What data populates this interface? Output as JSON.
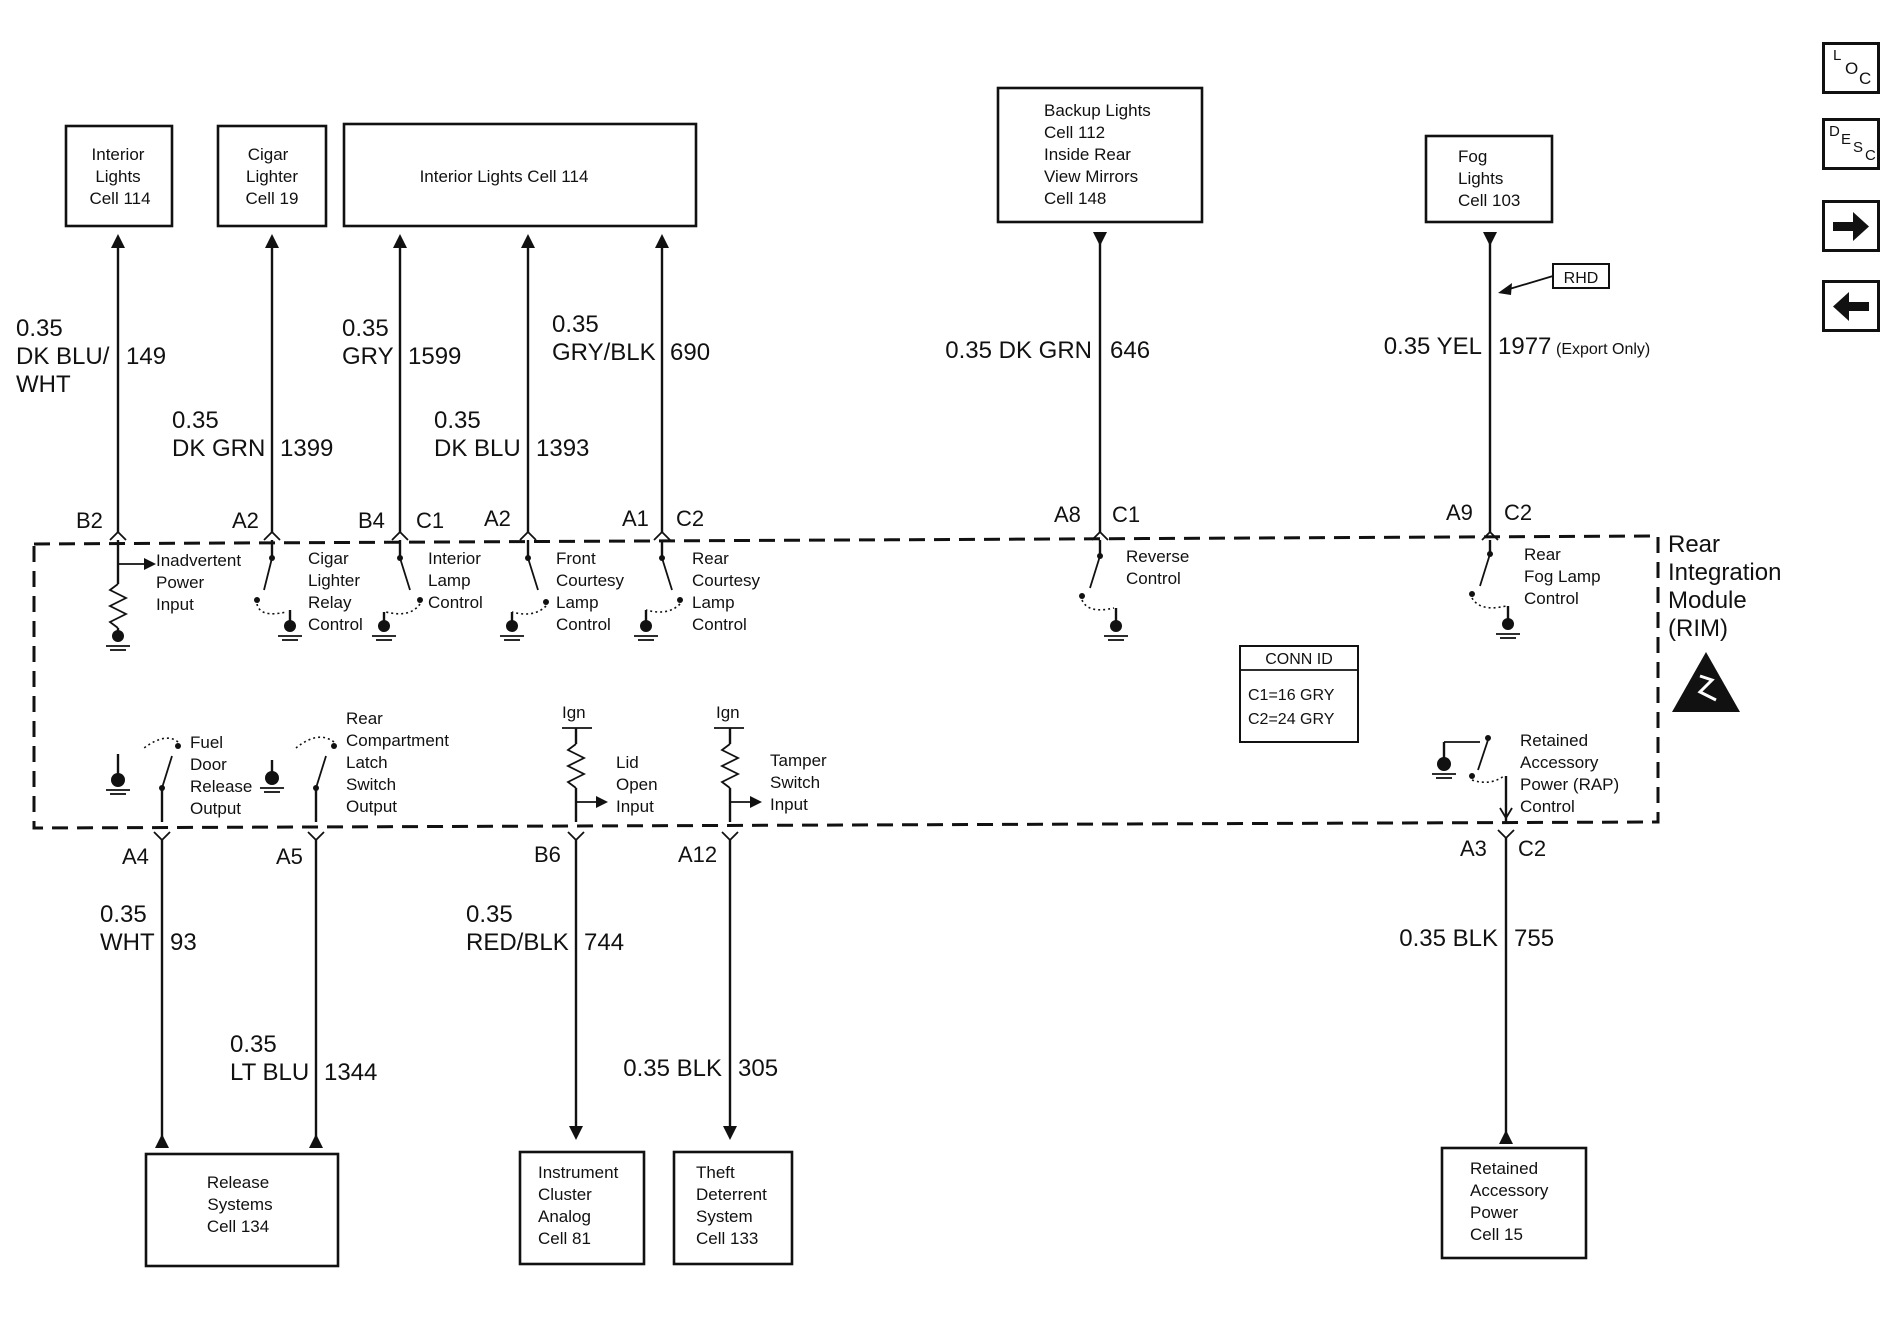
{
  "nav": {
    "loc": [
      "L",
      "O",
      "C"
    ],
    "desc": [
      "D",
      "E",
      "S",
      "C"
    ]
  },
  "boxes": {
    "interior_lights_1": [
      "Interior",
      "Lights",
      "Cell 114"
    ],
    "cigar_lighter": [
      "Cigar",
      "Lighter",
      "Cell 19"
    ],
    "interior_lights_wide": "Interior Lights Cell 114",
    "backup_lights": [
      "Backup Lights",
      "Cell 112",
      "Inside Rear",
      "View Mirrors",
      "Cell 148"
    ],
    "fog_lights": [
      "Fog",
      "Lights",
      "Cell 103"
    ],
    "rhd": "RHD",
    "release_systems": [
      "Release",
      "Systems",
      "Cell 134"
    ],
    "instrument_cluster": [
      "Instrument",
      "Cluster",
      "Analog",
      "Cell 81"
    ],
    "theft_deterrent": [
      "Theft",
      "Deterrent",
      "System",
      "Cell 133"
    ],
    "retained_accessory_power": [
      "Retained",
      "Accessory",
      "Power",
      "Cell 15"
    ]
  },
  "wires": {
    "w149": {
      "size": "0.35",
      "color": [
        "DK BLU/",
        "WHT"
      ],
      "circuit": "149"
    },
    "w1399": {
      "size": "0.35",
      "color": "DK GRN",
      "circuit": "1399"
    },
    "w1599": {
      "size": "0.35",
      "color": "GRY",
      "circuit": "1599"
    },
    "w1393": {
      "size": "0.35",
      "color": "DK BLU",
      "circuit": "1393"
    },
    "w690": {
      "size": "0.35",
      "color": "GRY/BLK",
      "circuit": "690"
    },
    "w646": {
      "label": "0.35 DK GRN",
      "circuit": "646"
    },
    "w1977": {
      "label": "0.35 YEL",
      "circuit": "1977",
      "note": "(Export Only)"
    },
    "w93": {
      "size": "0.35",
      "color": "WHT",
      "circuit": "93"
    },
    "w1344": {
      "size": "0.35",
      "color": "LT BLU",
      "circuit": "1344"
    },
    "w744": {
      "size": "0.35",
      "color": "RED/BLK",
      "circuit": "744"
    },
    "w305": {
      "label": "0.35 BLK",
      "circuit": "305"
    },
    "w755": {
      "label": "0.35 BLK",
      "circuit": "755"
    }
  },
  "pins": {
    "top": {
      "b2": "B2",
      "a2_cig": "A2",
      "b4": "B4",
      "c1_int": "C1",
      "a2_front": "A2",
      "a1": "A1",
      "c2_rear": "C2",
      "a8": "A8",
      "c1_rev": "C1",
      "a9": "A9",
      "c2_fog": "C2"
    },
    "bottom": {
      "a4": "A4",
      "a5": "A5",
      "b6": "B6",
      "a12": "A12",
      "a3": "A3",
      "c2_rap": "C2"
    }
  },
  "controls": {
    "inadvertent": [
      "Inadvertent",
      "Power",
      "Input"
    ],
    "cigar_relay": [
      "Cigar",
      "Lighter",
      "Relay",
      "Control"
    ],
    "interior_lamp": [
      "Interior",
      "Lamp",
      "Control"
    ],
    "front_courtesy": [
      "Front",
      "Courtesy",
      "Lamp",
      "Control"
    ],
    "rear_courtesy": [
      "Rear",
      "Courtesy",
      "Lamp",
      "Control"
    ],
    "reverse": [
      "Reverse",
      "Control"
    ],
    "rear_fog": [
      "Rear",
      "Fog Lamp",
      "Control"
    ],
    "fuel_door": [
      "Fuel",
      "Door",
      "Release",
      "Output"
    ],
    "rear_compartment": [
      "Rear",
      "Compartment",
      "Latch",
      "Switch",
      "Output"
    ],
    "lid_open": [
      "Lid",
      "Open",
      "Input"
    ],
    "tamper": [
      "Tamper",
      "Switch",
      "Input"
    ],
    "rap": [
      "Retained",
      "Accessory",
      "Power (RAP)",
      "Control"
    ],
    "ign1": "Ign",
    "ign2": "Ign"
  },
  "module": {
    "name": [
      "Rear",
      "Integration",
      "Module",
      "(RIM)"
    ],
    "conn_id": {
      "title": "CONN ID",
      "c1": "C1=16 GRY",
      "c2": "C2=24 GRY"
    }
  }
}
